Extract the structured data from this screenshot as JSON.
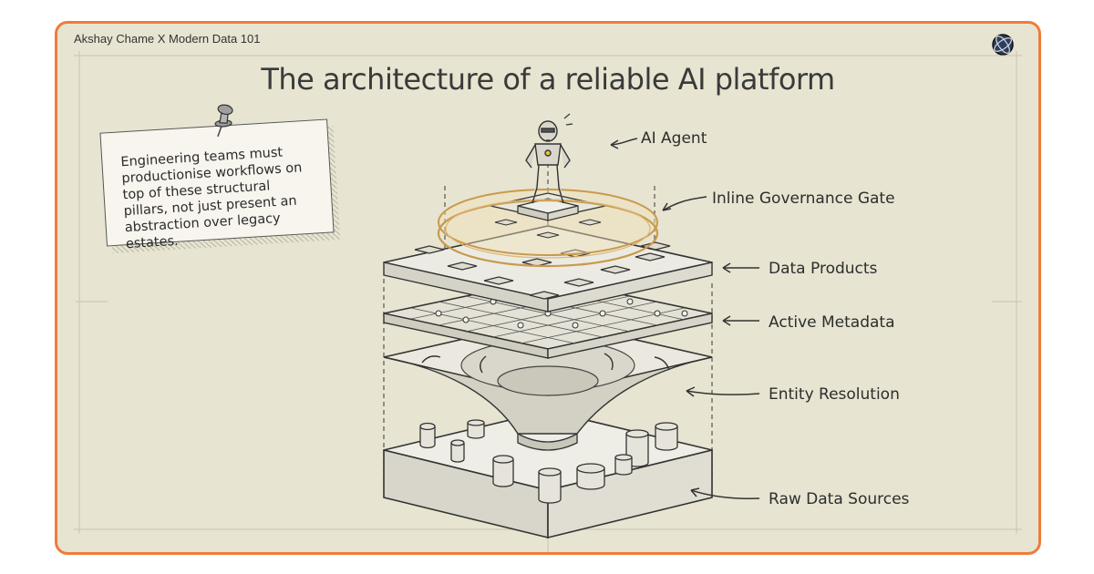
{
  "attribution": "Akshay Chame X Modern Data 101",
  "title": "The architecture of a reliable AI platform",
  "note": "Engineering teams must productionise workflows on top of these structural pillars, not just present an abstraction over legacy estates.",
  "layers": [
    {
      "label": "AI Agent"
    },
    {
      "label": "Inline Governance Gate"
    },
    {
      "label": "Data Products"
    },
    {
      "label": "Active Metadata"
    },
    {
      "label": "Entity Resolution"
    },
    {
      "label": "Raw Data Sources"
    }
  ],
  "colors": {
    "border": "#ef7c3a",
    "background": "#e7e4d1",
    "ink": "#3a3a3a",
    "glow": "#e8b45a"
  },
  "icons": [
    "globe-logo-icon",
    "pushpin-icon",
    "robot-icon"
  ]
}
